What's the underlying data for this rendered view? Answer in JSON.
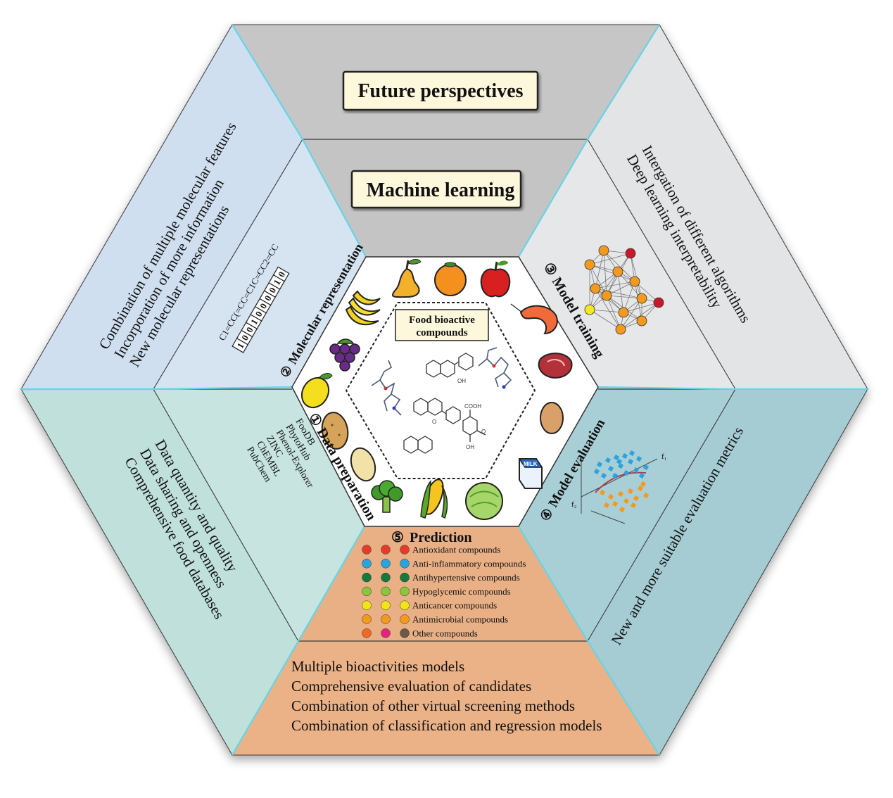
{
  "titles": {
    "future": "Future perspectives",
    "machine": "Machine learning"
  },
  "center": {
    "label_line1": "Food bioactive",
    "label_line2": "compounds",
    "chem_labels": [
      "OH",
      "O",
      "COOH",
      "OH",
      "O"
    ]
  },
  "steps": {
    "data_preparation": {
      "number": "①",
      "label": "Data preparation"
    },
    "molecular_representation": {
      "number": "②",
      "label": "Molecular representation"
    },
    "model_training": {
      "number": "③",
      "label": "Model training"
    },
    "model_evaluation": {
      "number": "④",
      "label": "Model evaluation"
    },
    "prediction": {
      "number": "⑤",
      "label": "Prediction"
    }
  },
  "databases": [
    "FooDB",
    "PhytoHub",
    "Phenol-Explorer",
    "ZINC",
    "ChEMBL",
    "PubChem"
  ],
  "smiles": "C1=CC(=CC=C1C=CC2=CC",
  "fingerprint": [
    "1",
    "0",
    "0",
    "1",
    "0",
    "0",
    "0",
    "0",
    "1",
    "0"
  ],
  "evaluation_axes": {
    "x": "f₁",
    "y": "f₂"
  },
  "milk_label": "MILK",
  "future_lines": {
    "left_top": [
      "Combination of multiple molecular features",
      "Incorporation of more information",
      "New molecular representations"
    ],
    "left_bottom": [
      "Data quantity and quality",
      "Data sharing and openness",
      "Comprehensive food databases"
    ],
    "right_top": [
      "Intergation of different algorithms",
      "Deep learning interpretability"
    ],
    "right_bottom": [
      "New and more suitable evaluation metrics"
    ],
    "bottom": [
      "Multiple bioactivities models",
      "Comprehensive evaluation of candidates",
      "Combination of other virtual screening methods",
      "Combination of classification and regression models"
    ]
  },
  "prediction_rows": [
    {
      "label": "Antioxidant compounds",
      "colors": [
        "#e83a2c",
        "#e83a2c",
        "#e83a2c"
      ]
    },
    {
      "label": "Anti-inflammatory compounds",
      "colors": [
        "#2ba3df",
        "#2ba3df",
        "#2ba3df"
      ]
    },
    {
      "label": "Antihypertensive compounds",
      "colors": [
        "#157a3c",
        "#157a3c",
        "#157a3c"
      ]
    },
    {
      "label": "Hypoglycemic compounds",
      "colors": [
        "#8cc43e",
        "#8cc43e",
        "#8cc43e"
      ]
    },
    {
      "label": "Anticancer compounds",
      "colors": [
        "#f2e517",
        "#f2e517",
        "#f2e517"
      ]
    },
    {
      "label": "Antimicrobial compounds",
      "colors": [
        "#f39a1e",
        "#f39a1e",
        "#f39a1e"
      ]
    },
    {
      "label": "Other compounds",
      "colors": [
        "#ee6a24",
        "#e5237f",
        "#6b5a44"
      ]
    }
  ],
  "colors": {
    "top_trapezoid": "#c6c6c6",
    "left_top": "#cfdff0",
    "left_bottom": "#bfe0db",
    "right_top": "#e2e4e6",
    "right_bottom": "#a6ccd3",
    "bottom": "#ecb287",
    "inner_top": "#c4c4c4",
    "inner_left_top": "#d6e3f1",
    "inner_left_bottom": "#c7e4e0",
    "inner_right_top": "#e6e7e8",
    "inner_right_bottom": "#a9cfd6",
    "inner_bottom": "#e9b086",
    "edge": "#66d4e6"
  }
}
